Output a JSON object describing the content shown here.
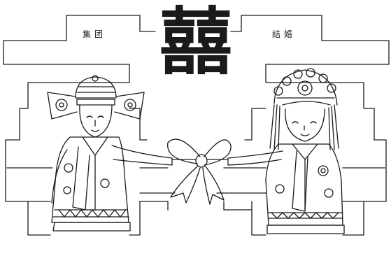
{
  "title_character": "囍",
  "left_banner_text": "集团",
  "right_banner_text": "结婚",
  "colors": {
    "ink": "#1a1a1a",
    "paper": "#ffffff"
  }
}
